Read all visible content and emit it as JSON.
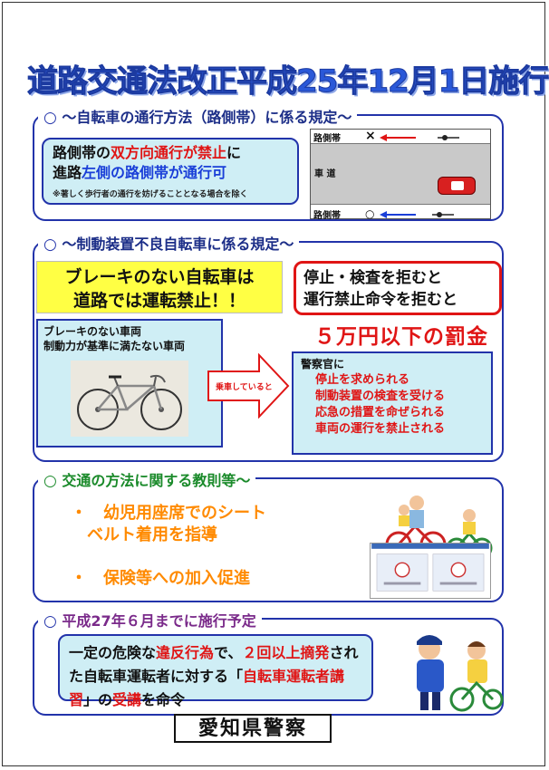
{
  "title": "道路交通法改正平成25年12月1日施行",
  "section1": {
    "mark": "○",
    "heading": "～自転車の通行方法（路側帯）に係る規定～",
    "line1_pre": "路側帯の",
    "line1_red": "双方向通行が禁止",
    "line1_post": "に",
    "line2_pre": "進路",
    "line2_blue": "左側の路側帯が通行可",
    "note": "※著しく歩行者の通行を妨げることとなる場合を除く",
    "diagram": {
      "top_label": "路側帯",
      "mid_label": "車 道",
      "bottom_label": "路側帯",
      "x_mark": "×",
      "o_mark": "○"
    }
  },
  "section2": {
    "mark": "○",
    "heading": "～制動装置不良自転車に係る規定～",
    "yellow_line1": "ブレーキのない自転車は",
    "yellow_line2": "道路では運転禁止！！",
    "redbox_line1": "停止・検査を拒むと",
    "redbox_line2": "運行禁止命令を拒むと",
    "fine": "５万円以下の罰金",
    "bike_line1": "ブレーキのない車両",
    "bike_line2": "制動力が基準に満たない車両",
    "arrow_label": "乗車していると",
    "police_head": "警察官に",
    "police_items": [
      "停止を求められる",
      "制動装置の検査を受ける",
      "応急の措置を命ぜられる",
      "車両の運行を禁止される"
    ]
  },
  "section3": {
    "mark": "○",
    "heading": "交通の方法に関する教則等～",
    "item1_line1": "・　幼児用座席でのシート",
    "item1_line2": "ベルト着用を指導",
    "item2": "・　保険等への加入促進"
  },
  "section4": {
    "mark": "○",
    "heading": "平成27年６月までに施行予定",
    "t1": "一定の危険な",
    "t2": "違反行為",
    "t3": "で、",
    "t4": "２回以上",
    "t5": "摘発",
    "t6": "された自転車運転者に対する「",
    "t7": "自転車運転者講習",
    "t8": "」の",
    "t9": "受講",
    "t10": "を命令"
  },
  "footer": "愛知県警察"
}
